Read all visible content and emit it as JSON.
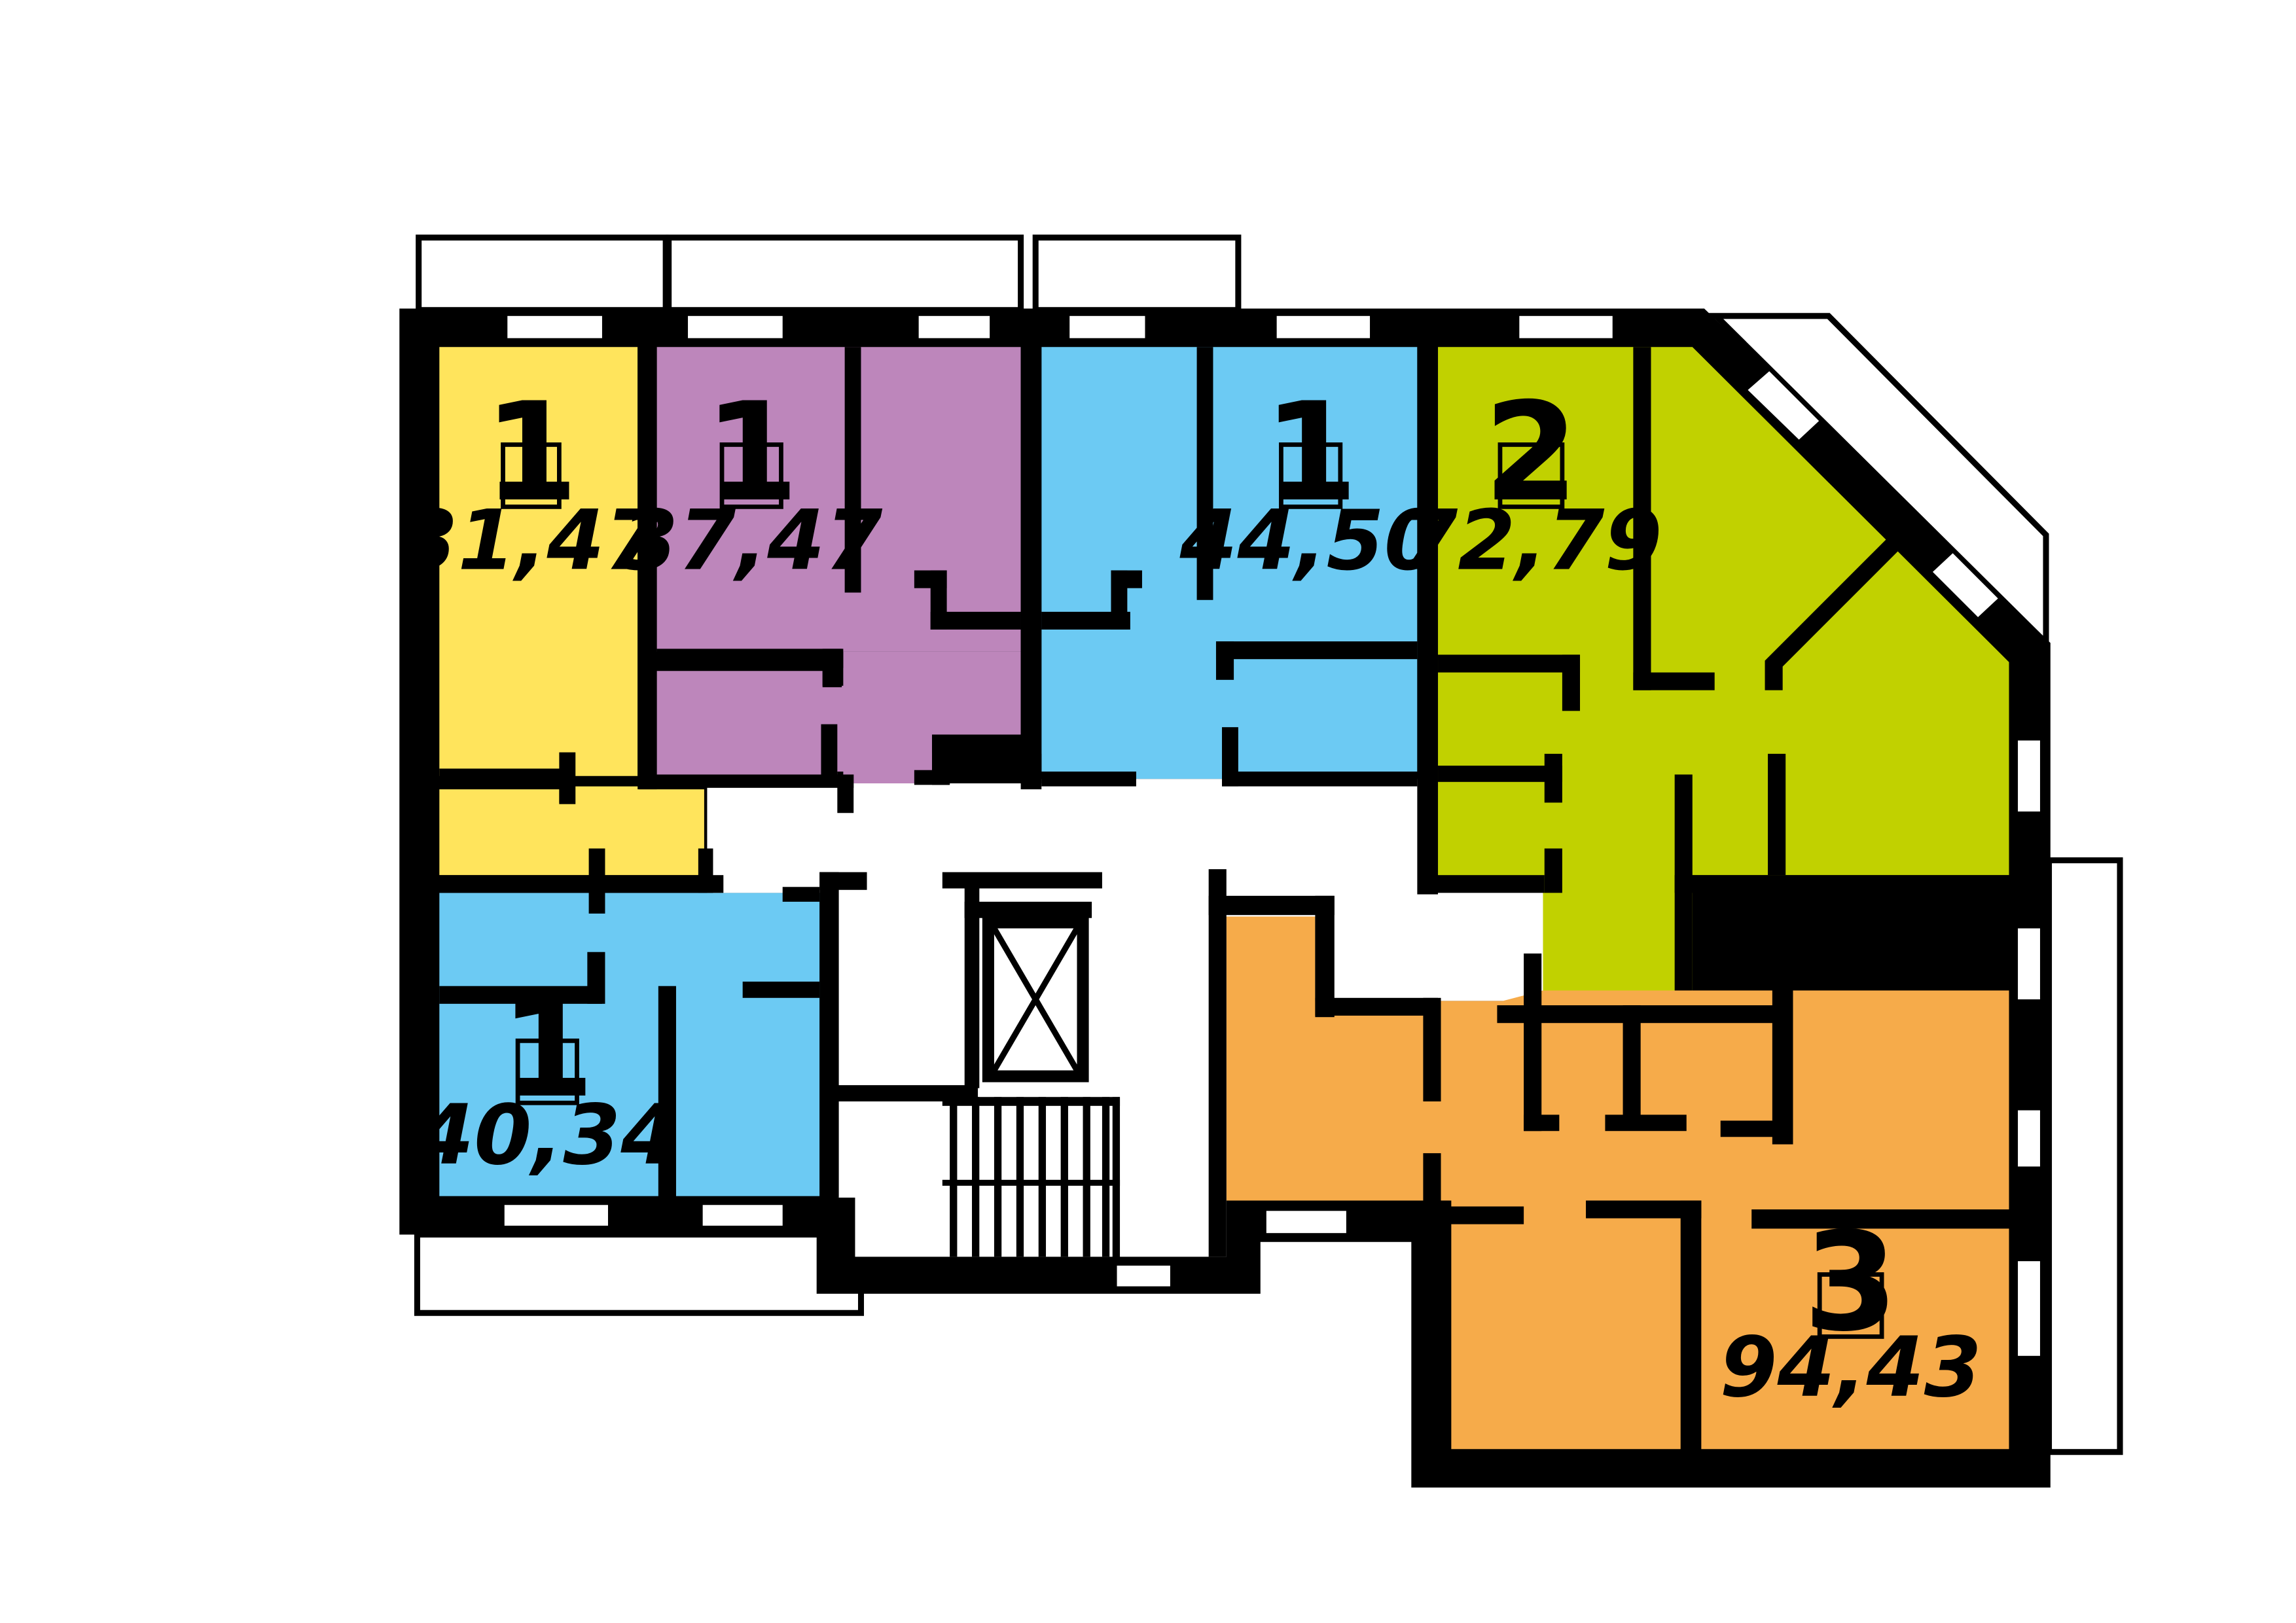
{
  "colors": {
    "yellow": "#FFE45C",
    "purple": "#BD86BB",
    "blue": "#6CCAF3",
    "lime": "#C1D100",
    "orange": "#F6AB4A",
    "wall": "#000000",
    "window": "#ffffff"
  },
  "apartments": [
    {
      "id": "apt-a",
      "rooms": "1",
      "area": "31,47",
      "color_key": "yellow"
    },
    {
      "id": "apt-b",
      "rooms": "1",
      "area": "37,47",
      "color_key": "purple"
    },
    {
      "id": "apt-c",
      "rooms": "1",
      "area": "44,50",
      "color_key": "blue"
    },
    {
      "id": "apt-d",
      "rooms": "2",
      "area": "72,79",
      "color_key": "lime"
    },
    {
      "id": "apt-e",
      "rooms": "1",
      "area": "40,34",
      "color_key": "blue"
    },
    {
      "id": "apt-f",
      "rooms": "3",
      "area": "94,43",
      "color_key": "orange"
    }
  ]
}
